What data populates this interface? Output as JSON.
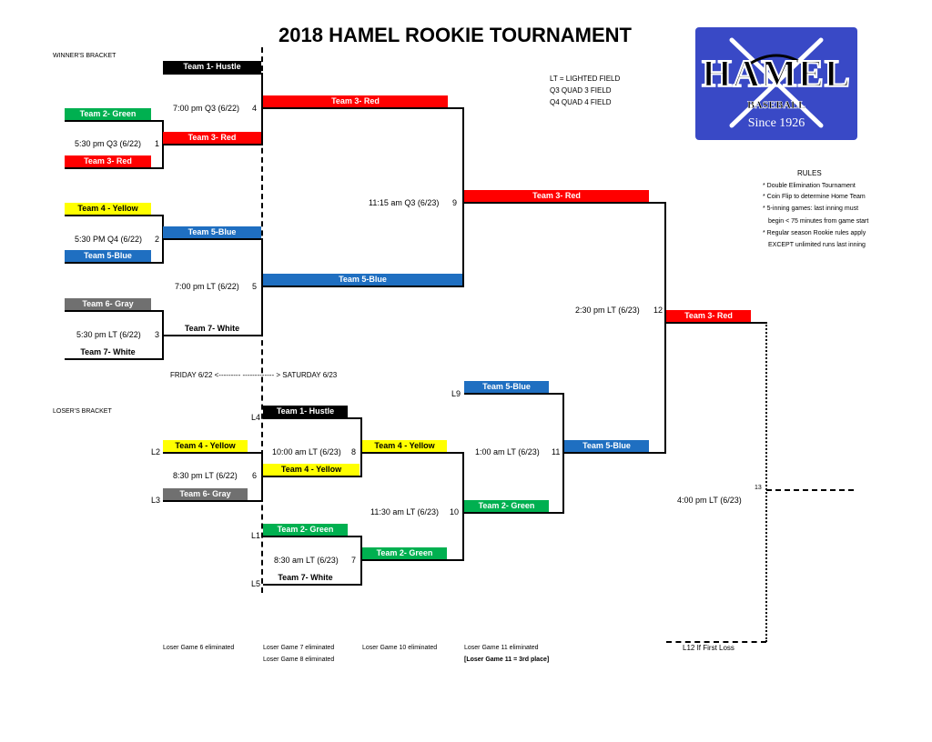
{
  "title": "2018 HAMEL ROOKIE TOURNAMENT",
  "logo": {
    "word": "HAMEL",
    "line1": "BASEBALL",
    "line2": "Since 1926",
    "bg": "#3949c6"
  },
  "legend": [
    "LT = LIGHTED FIELD",
    "Q3  QUAD 3 FIELD",
    "Q4  QUAD 4 FIELD"
  ],
  "rules": {
    "heading": "RULES",
    "items": [
      "* Double Elimination Tournament",
      "* Coin Flip to determine Home Team",
      "* 5-inning games: last inning must",
      "begin < 75 minutes from game start",
      "* Regular season Rookie rules apply",
      "EXCEPT unlimited runs last inning"
    ]
  },
  "brackets": {
    "winners": "WINNER'S BRACKET",
    "losers": "LOSER'S BRACKET"
  },
  "day_divider": "FRIDAY 6/22   <---------  ------------- >  SATURDAY 6/23",
  "colors": {
    "black": "#000000",
    "red": "#ff0000",
    "blue": "#1f6fc1",
    "green": "#00b050",
    "yellow": "#ffff00",
    "gray": "#707070"
  },
  "winners_teams": {
    "t1": "Team 1- Hustle",
    "t2": "Team 2- Green",
    "t3": "Team 3- Red",
    "t4": "Team 4 - Yellow",
    "t5": "Team 5-Blue",
    "t6": "Team 6- Gray",
    "t7": "Team 7- White",
    "g1_winner": "Team 3- Red",
    "g2_winner": "Team 5-Blue",
    "g3_winner": "Team 7- White",
    "g4_winner": "Team 3- Red",
    "g5_winner": "Team 5-Blue",
    "g9_winner": "Team 3- Red",
    "g12_winner": "Team 3- Red"
  },
  "games": {
    "g1": {
      "time": "5:30 pm Q3 (6/22)",
      "num": "1"
    },
    "g2": {
      "time": "5:30 PM Q4 (6/22)",
      "num": "2"
    },
    "g3": {
      "time": "5:30 pm LT (6/22)",
      "num": "3"
    },
    "g4": {
      "time": "7:00 pm Q3 (6/22)",
      "num": "4"
    },
    "g5": {
      "time": "7:00 pm LT (6/22)",
      "num": "5"
    },
    "g6": {
      "time": "8:30 pm LT (6/22)",
      "num": "6"
    },
    "g7": {
      "time": "8:30 am LT (6/23)",
      "num": "7"
    },
    "g8": {
      "time": "10:00 am LT (6/23)",
      "num": "8"
    },
    "g9": {
      "time": "11:15 am Q3 (6/23)",
      "num": "9"
    },
    "g10": {
      "time": "11:30 am LT (6/23)",
      "num": "10"
    },
    "g11": {
      "time": "1:00 am LT (6/23)",
      "num": "11"
    },
    "g12": {
      "time": "2:30 pm LT (6/23)",
      "num": "12"
    },
    "g13": {
      "time": "4:00 pm LT (6/23)",
      "num": "13"
    }
  },
  "losers_teams": {
    "l2_team": "Team 4 - Yellow",
    "l3_team": "Team 6- Gray",
    "l4_team": "Team 1- Hustle",
    "g6_winner": "Team 4 - Yellow",
    "l1_team": "Team 2- Green",
    "l5_team": "Team 7- White",
    "g8_winner": "Team 4 - Yellow",
    "g7_winner": "Team 2- Green",
    "l9_team": "Team 5-Blue",
    "g10_winner": "Team 2- Green",
    "g11_winner": "Team 5-Blue"
  },
  "loser_codes": {
    "l1": "L1",
    "l2": "L2",
    "l3": "L3",
    "l4": "L4",
    "l5": "L5",
    "l9": "L9",
    "l12": "L12 If First Loss"
  },
  "eliminations": {
    "e6": "Loser Game 6 eliminated",
    "e7": "Loser Game 7 eliminated",
    "e8": "Loser Game 8 eliminated",
    "e10": "Loser Game 10 eliminated",
    "e11": "Loser Game 11 eliminated",
    "e11b": "[Loser Game 11 = 3rd place]"
  }
}
